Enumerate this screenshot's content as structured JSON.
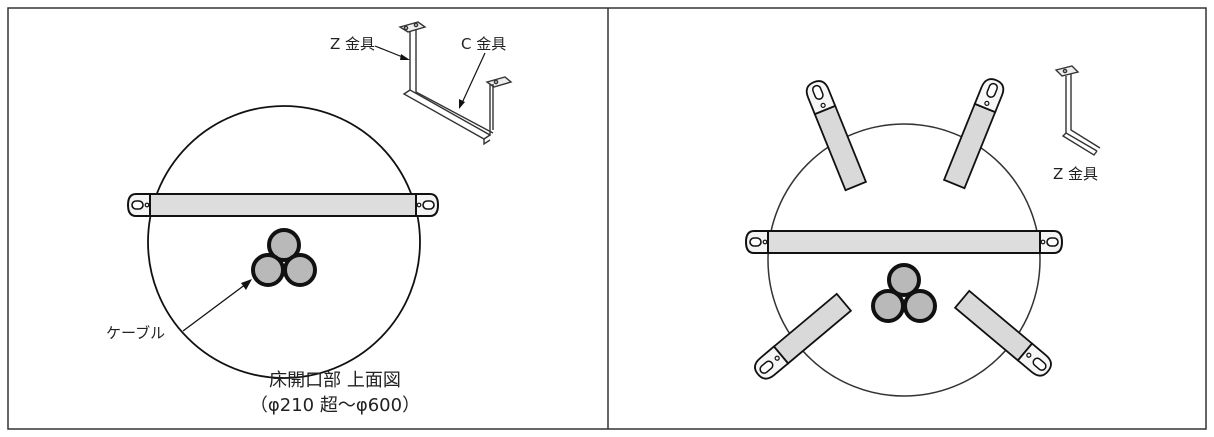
{
  "left_panel": {
    "z_bracket_label": "Z 金具",
    "c_bracket_label": "C 金具",
    "cable_label": "ケーブル",
    "caption_line1": "床開口部 上面図",
    "caption_line2": "（φ210 超〜φ600）"
  },
  "right_panel": {
    "z_bracket_label": "Z 金具"
  }
}
